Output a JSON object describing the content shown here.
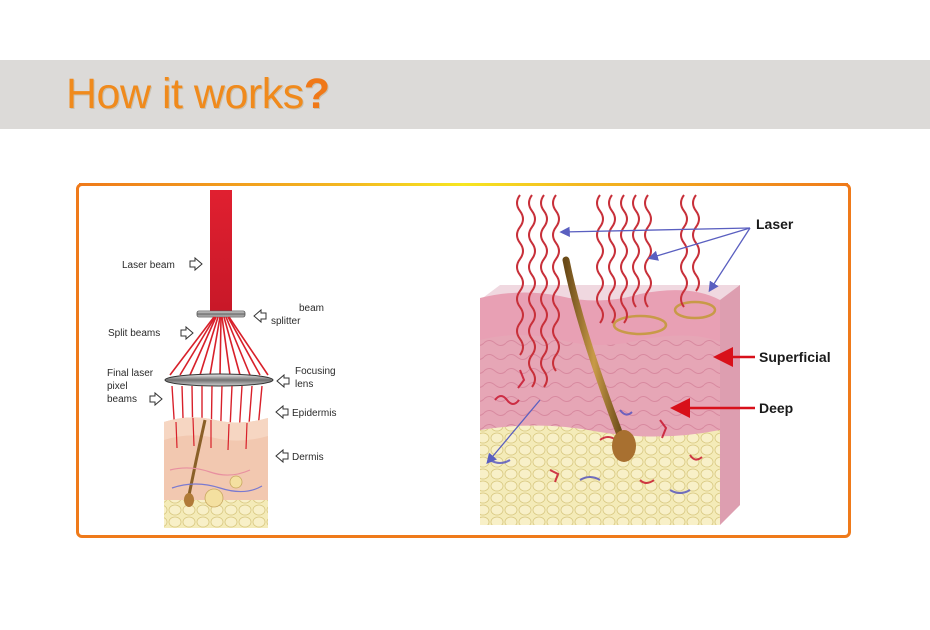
{
  "slide": {
    "title": "How it works",
    "title_mark": "?"
  },
  "left_diagram": {
    "labels": {
      "laser_beam": "Laser beam",
      "beam_splitter_1": "beam",
      "beam_splitter_2": "splitter",
      "split_beams": "Split beams",
      "final_pixel_1": "Final laser",
      "final_pixel_2": "pixel",
      "final_pixel_3": "beams",
      "focusing_lens_1": "Focusing",
      "focusing_lens_2": "lens",
      "epidermis": "Epidermis",
      "dermis": "Dermis"
    }
  },
  "right_diagram": {
    "labels": {
      "laser": "Laser",
      "superficial": "Superficial",
      "deep": "Deep"
    }
  },
  "colors": {
    "title_orange": "#f08a1c",
    "frame_orange": "#ef7a1a",
    "frame_yellow": "#f6e620",
    "laser_red": "#d8202a",
    "arrow_blue": "#5a5fc0",
    "arrow_red": "#d8101a",
    "skin_pink": "#e8a8b8",
    "fat_yellow": "#f2e6a8"
  }
}
